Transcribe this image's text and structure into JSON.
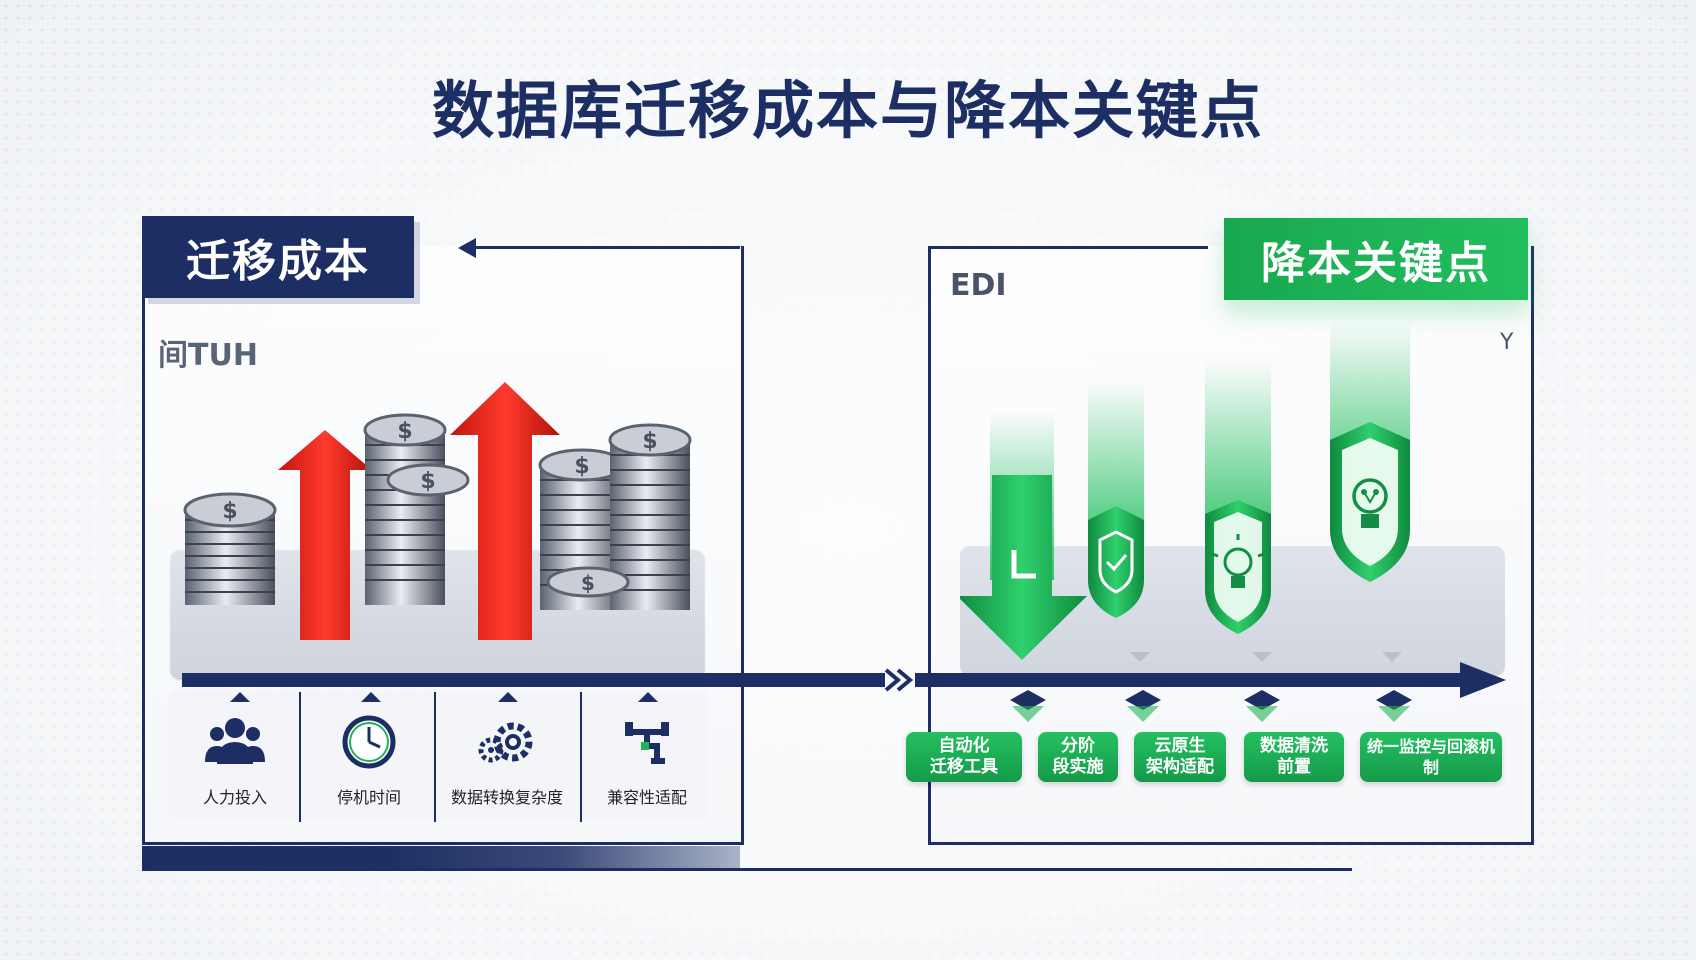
{
  "title": "数据库迁移成本与降本关键点",
  "left_panel": {
    "badge": "迁移成本",
    "subtitle": "间TUH",
    "items": [
      {
        "label": "人力投入",
        "icon": "people-icon"
      },
      {
        "label": "停机时间",
        "icon": "clock-icon"
      },
      {
        "label": "数据转换复杂度",
        "icon": "gears-icon"
      },
      {
        "label": "兼容性适配",
        "icon": "pipe-icon"
      }
    ]
  },
  "right_panel": {
    "badge": "降本关键点",
    "subtitle": "EDI",
    "mark": "Y",
    "items": [
      {
        "label": "自动化\n迁移工具"
      },
      {
        "label": "分阶\n段实施"
      },
      {
        "label": "云原生\n架构适配"
      },
      {
        "label": "数据清洗\n前置"
      },
      {
        "label": "统一监控与回滚机\n制"
      }
    ]
  },
  "colors": {
    "navy": "#1c2e63",
    "green": "#1fb457",
    "red": "#e8231c"
  }
}
